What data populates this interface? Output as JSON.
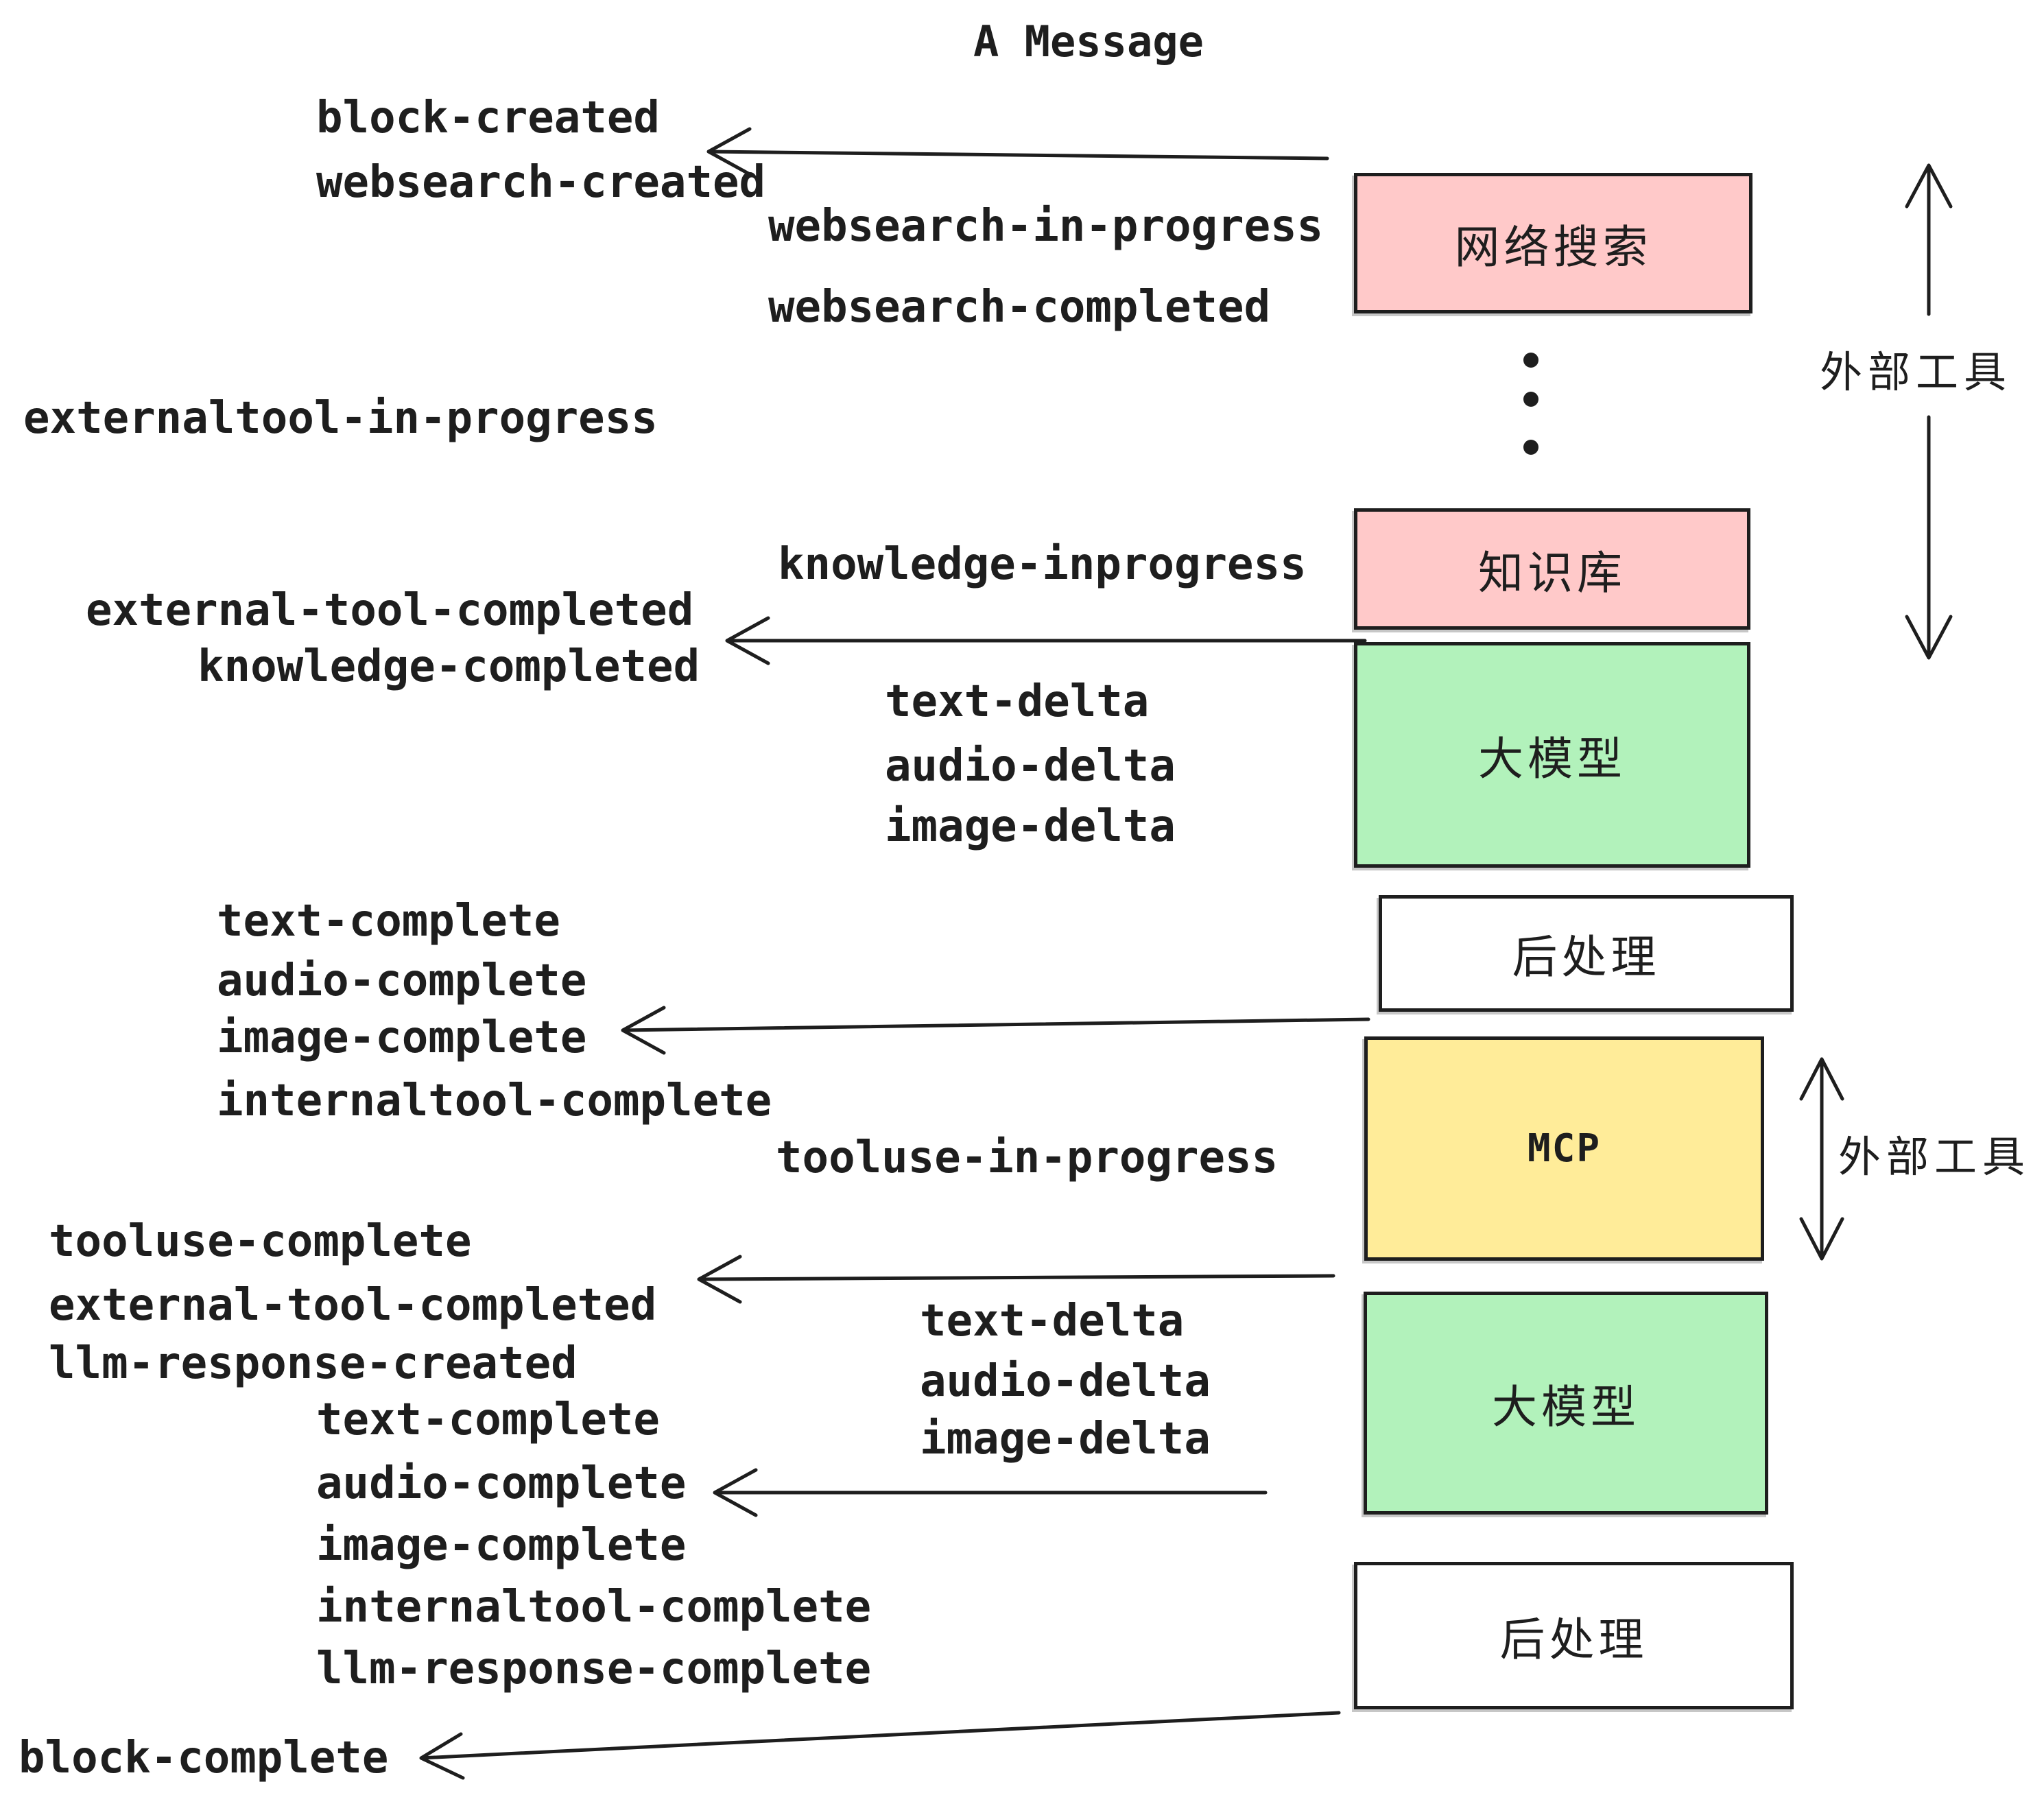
{
  "title": "A Message",
  "colors": {
    "stroke": "#1e1e1e",
    "pink_fill": "#ffc9c9",
    "green_fill": "#b2f2bb",
    "yellow_fill": "#ffec99",
    "white_fill": "#ffffff"
  },
  "boxes": {
    "websearch": "网络搜索",
    "knowledge": "知识库",
    "llm1": "大模型",
    "post1": "后处理",
    "mcp": "MCP",
    "llm2": "大模型",
    "post2": "后处理"
  },
  "side_labels": {
    "external_tools_top": "外部工具",
    "external_tools_bottom": "外部工具"
  },
  "events": {
    "block_created": "block-created",
    "websearch_created": "websearch-created",
    "websearch_in_progress": "websearch-in-progress",
    "websearch_completed": "websearch-completed",
    "externaltool_in_progress": "externaltool-in-progress",
    "knowledge_inprogress": "knowledge-inprogress",
    "external_tool_completed_1": "external-tool-completed",
    "knowledge_completed": "knowledge-completed",
    "text_delta_1": "text-delta",
    "audio_delta_1": "audio-delta",
    "image_delta_1": "image-delta",
    "text_complete_1": "text-complete",
    "audio_complete_1": "audio-complete",
    "image_complete_1": "image-complete",
    "internaltool_complete_1": "internaltool-complete",
    "tooluse_in_progress": "tooluse-in-progress",
    "tooluse_complete": "tooluse-complete",
    "external_tool_completed_2": "external-tool-completed",
    "llm_response_created": "llm-response-created",
    "text_delta_2": "text-delta",
    "audio_delta_2": "audio-delta",
    "image_delta_2": "image-delta",
    "text_complete_2": "text-complete",
    "audio_complete_2": "audio-complete",
    "image_complete_2": "image-complete",
    "internaltool_complete_2": "internaltool-complete",
    "llm_response_complete": "llm-response-complete",
    "block_complete": "block-complete"
  }
}
